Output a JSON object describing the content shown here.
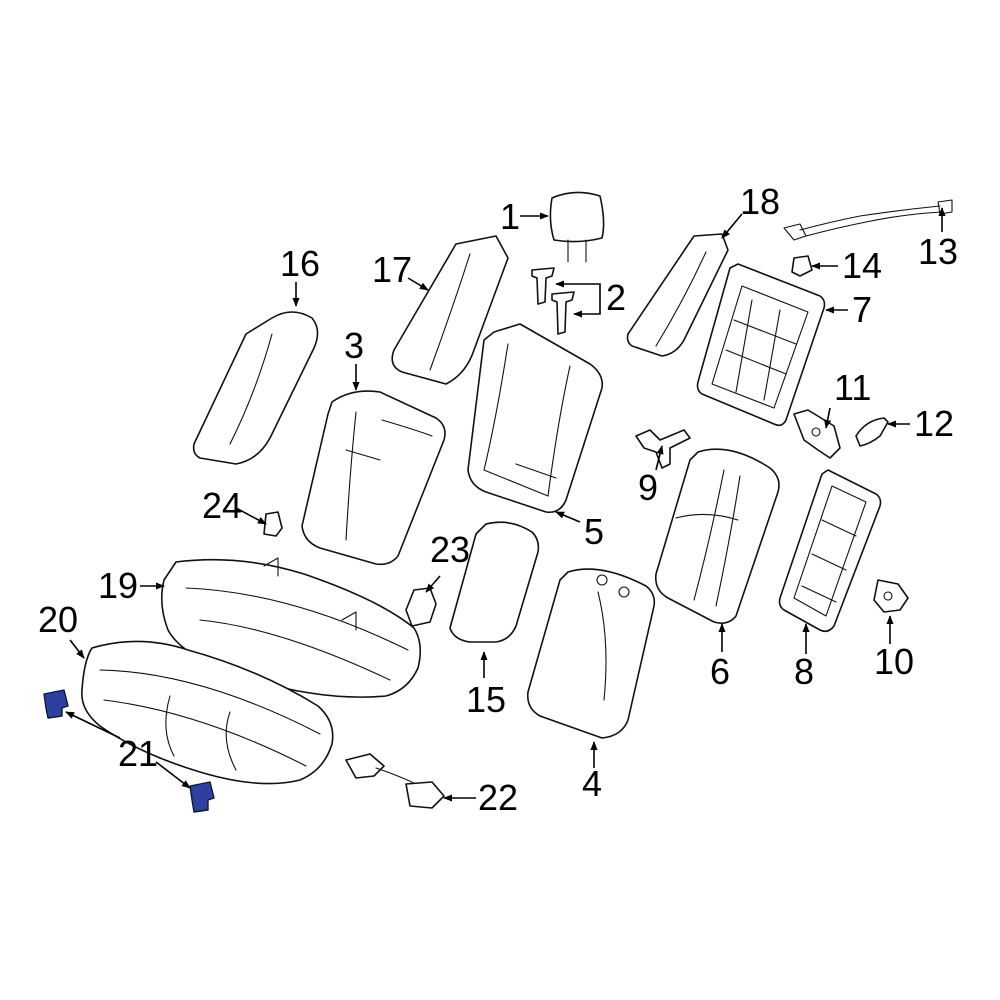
{
  "colors": {
    "line": "#111111",
    "background": "#ffffff",
    "highlight": "#2e3f9e"
  },
  "callouts": {
    "c1": "1",
    "c2": "2",
    "c3": "3",
    "c4": "4",
    "c5": "5",
    "c6": "6",
    "c7": "7",
    "c8": "8",
    "c9": "9",
    "c10": "10",
    "c11": "11",
    "c12": "12",
    "c13": "13",
    "c14": "14",
    "c15": "15",
    "c16": "16",
    "c17": "17",
    "c18": "18",
    "c19": "19",
    "c20": "20",
    "c21": "21",
    "c22": "22",
    "c23": "23",
    "c24": "24"
  }
}
